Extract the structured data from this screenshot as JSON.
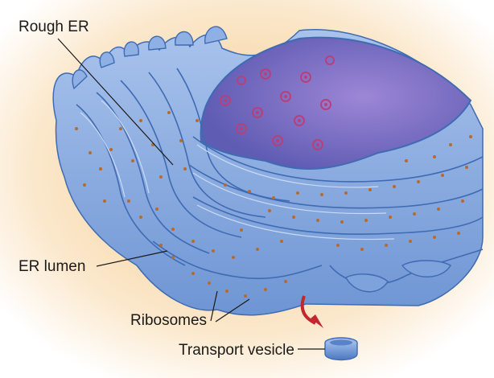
{
  "labels": {
    "rough_er": "Rough ER",
    "er_lumen": "ER lumen",
    "ribosomes": "Ribosomes",
    "transport_vesicle": "Transport vesicle"
  },
  "colors": {
    "background_glow": "#f6d9a8",
    "membrane": "#6e95d4",
    "membrane_light": "#a9c3ec",
    "membrane_dark": "#3f6bb3",
    "nuclear_interior": "#7d6fc2",
    "nucleus_pore": "#b8407a",
    "ribosome": "#b86a2a",
    "arrow": "#c2272d",
    "leader_line": "#1a1a1a"
  },
  "icons": [
    "rough-er-illustration",
    "transport-vesicle-icon",
    "secretion-arrow-icon"
  ]
}
